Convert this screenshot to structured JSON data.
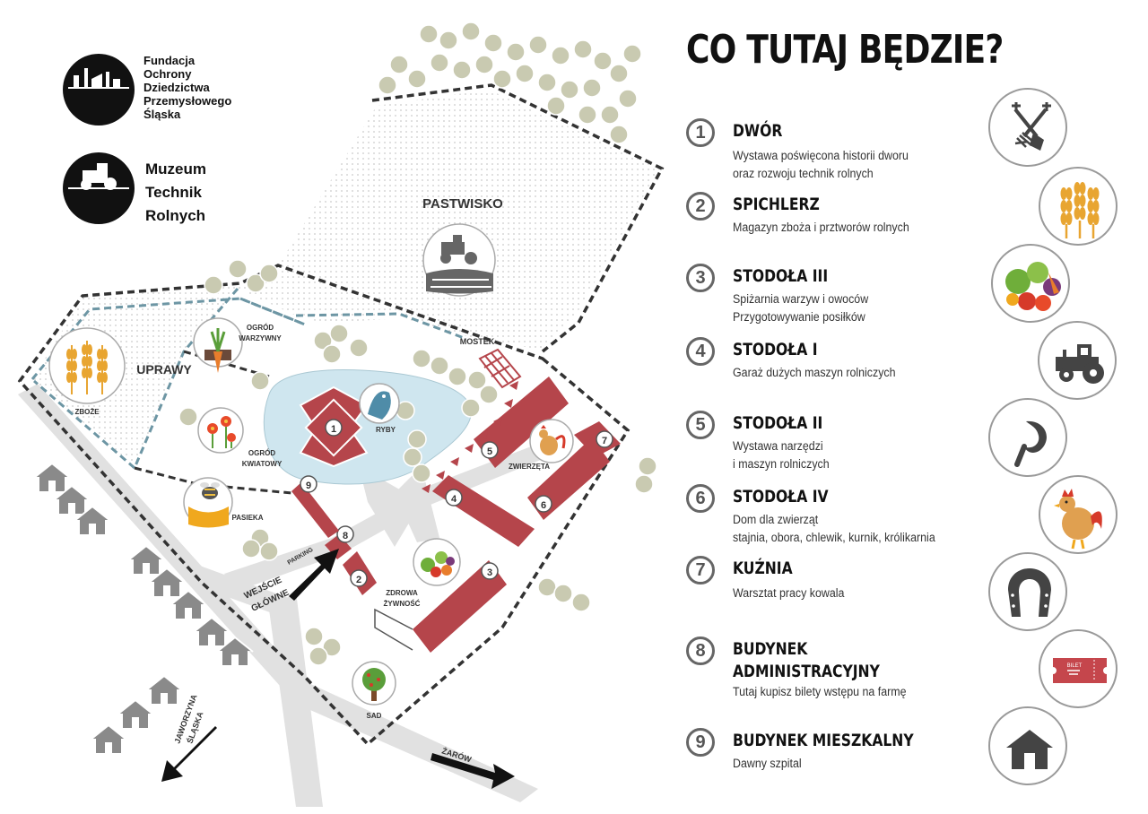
{
  "logos": {
    "foundation_lines": [
      "Fundacja",
      "Ochrony",
      "Dziedzictwa",
      "Przemysłowego",
      "Śląska"
    ],
    "museum_lines": [
      "Muzeum",
      "Technik",
      "Rolnych"
    ]
  },
  "legend": {
    "title": "CO TUTAJ BĘDZIE?",
    "items": [
      {
        "num": "1",
        "title": "DWÓR",
        "desc": [
          "Wystawa poświęcona historii dworu",
          "oraz rozwoju technik rolnych"
        ],
        "icon": "shovel-pitchfork-icon"
      },
      {
        "num": "2",
        "title": "SPICHLERZ",
        "desc": [
          "Magazyn zboża i prztworów rolnych"
        ],
        "icon": "wheat-icon"
      },
      {
        "num": "3",
        "title": "STODOŁA III",
        "desc": [
          "Spiżarnia warzyw i owoców",
          "Przygotowywanie posiłków"
        ],
        "icon": "vegetables-icon"
      },
      {
        "num": "4",
        "title": "STODOŁA I",
        "desc": [
          "Garaż dużych maszyn rolniczych"
        ],
        "icon": "tractor-icon"
      },
      {
        "num": "5",
        "title": "STODOŁA II",
        "desc": [
          "Wystawa narzędzi",
          "i maszyn rolniczych"
        ],
        "icon": "sickle-icon"
      },
      {
        "num": "6",
        "title": "STODOŁA IV",
        "desc": [
          "Dom dla zwierząt",
          "stajnia, obora, chlewik, kurnik, królikarnia"
        ],
        "icon": "rooster-icon"
      },
      {
        "num": "7",
        "title": "KUŹNIA",
        "desc": [
          "Warsztat pracy kowala"
        ],
        "icon": "horseshoe-icon"
      },
      {
        "num": "8",
        "title": "BUDYNEK ADMINISTRACYJNY",
        "title_lines": [
          "BUDYNEK",
          "ADMINISTRACYJNY"
        ],
        "desc": [
          "Tutaj kupisz bilety wstępu na farmę"
        ],
        "icon": "ticket-icon",
        "ticket_text": "BILET"
      },
      {
        "num": "9",
        "title": "BUDYNEK MIESZKALNY",
        "desc": [
          "Dawny szpital"
        ],
        "icon": "house-icon"
      }
    ]
  },
  "map": {
    "labels": {
      "pastwisko": "PASTWISKO",
      "uprawy": "UPRAWY",
      "zboze": "ZBOŻE",
      "ogrod_warzywny": [
        "OGRÓD",
        "WARZYWNY"
      ],
      "ogrod_kwiatowy": [
        "OGRÓD",
        "KWIATOWY"
      ],
      "pasieka": "PASIEKA",
      "ryby": "RYBY",
      "mostek": "MOSTEK",
      "zwierzeta": "ZWIERZĘTA",
      "zdrowa_zywnosc": [
        "ZDROWA",
        "ŻYWNOŚĆ"
      ],
      "sad": "SAD",
      "parking": "PARKING",
      "wejscie": [
        "WEJŚCIE",
        "GŁÓWNE"
      ],
      "jaworzyna": [
        "JAWORZYNA",
        "ŚLĄSKA"
      ],
      "zarow": "ŻARÓW"
    },
    "building_numbers": [
      "1",
      "2",
      "3",
      "4",
      "5",
      "6",
      "7",
      "8",
      "9"
    ]
  },
  "colors": {
    "barn_red": "#b5454b",
    "pond": "#cfe6ef",
    "dash": "#333333",
    "dash_blue": "#6d96a4",
    "tree": "#c8c9b1",
    "road": "#e1e1e1",
    "house": "#8a8a8a",
    "wheat": "#e8a531"
  }
}
